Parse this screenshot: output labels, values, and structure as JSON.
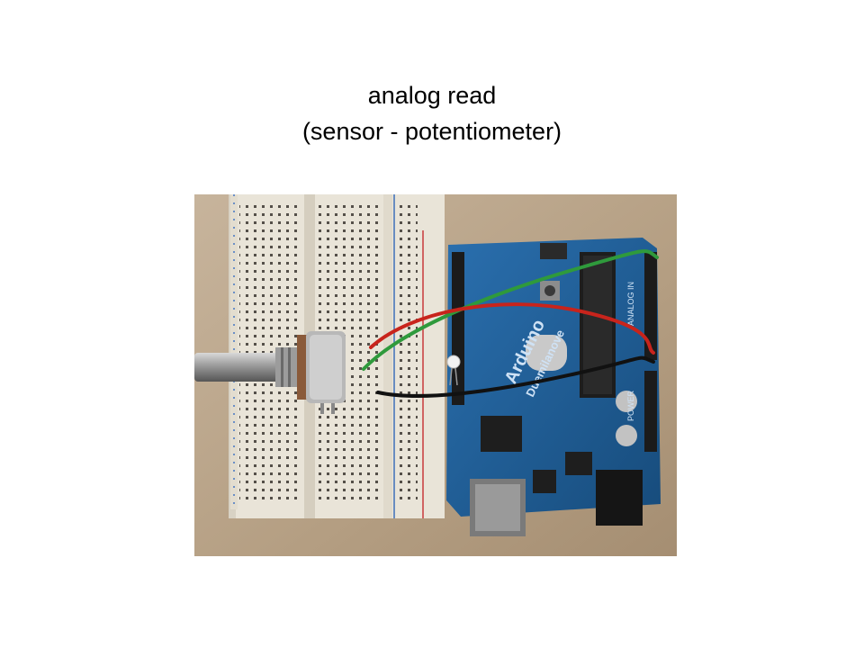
{
  "slide": {
    "title_line1": "analog read",
    "title_line2": "(sensor - potentiometer)"
  },
  "photo": {
    "board_labels": {
      "brand": "Arduino",
      "model": "Duemilanove",
      "analog_in": "ANALOG IN",
      "power": "POWER"
    },
    "colors": {
      "background": "#b9a48a",
      "breadboard": "#e9e4d8",
      "board": "#1f5f97",
      "wire_green": "#2f9a3c",
      "wire_red": "#c8241c",
      "wire_black": "#111111"
    }
  }
}
